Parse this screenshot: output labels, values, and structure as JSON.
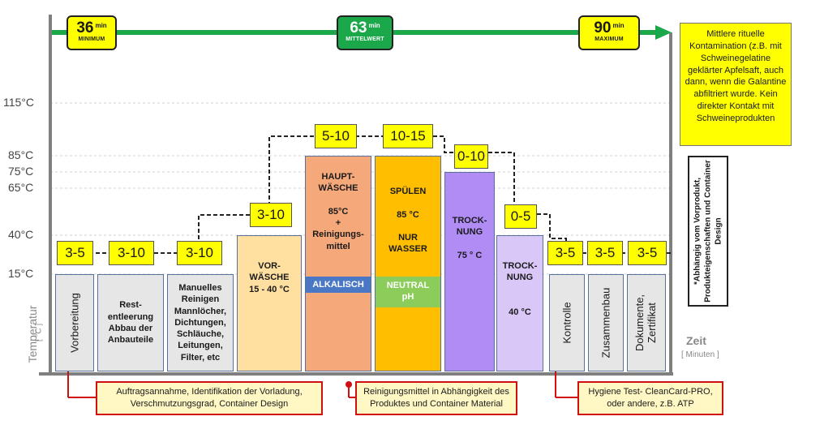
{
  "markers": [
    {
      "value": "36",
      "unit": "min",
      "label": "MINIMUM"
    },
    {
      "value": "63",
      "unit": "min",
      "label": "MITTELWERT"
    },
    {
      "value": "90",
      "unit": "min",
      "label": "MAXIMUM"
    }
  ],
  "temperatures": [
    "115°C",
    "85°C",
    "75°C",
    "65°C",
    "40°C",
    "15°C"
  ],
  "axis": {
    "y_title": "Temperatur",
    "y_unit": "[ °C ]",
    "x_title": "Zeit",
    "x_unit": "[ Minuten ]"
  },
  "durations": [
    "3-5",
    "3-10",
    "3-10",
    "3-10",
    "5-10",
    "10-15",
    "0-10",
    "0-5",
    "3-5",
    "3-5",
    "3-5"
  ],
  "steps": [
    {
      "text": "Vorbereitung",
      "color": "#e6e6e6"
    },
    {
      "text": "Rest-\nentleerung\nAbbau der\nAnbauteile",
      "color": "#e6e6e6"
    },
    {
      "text": "Manuelles\nReinigen\nMannlöcher,\nDichtungen,\nSchläuche,\nLeitungen,\nFilter, etc",
      "color": "#e6e6e6"
    },
    {
      "text": "VOR-\nWÄSCHE\n15 - 40 °C",
      "color": "#ffe0a0"
    },
    {
      "text": "HAUPT-\nWÄSCHE\n\n85°C\n+\nReinigungs-\nmittel",
      "color": "#f5a87a",
      "band": "ALKALISCH",
      "band_color": "#4a78c4"
    },
    {
      "text": "SPÜLEN\n\n85 °C\n\nNUR\nWASSER",
      "color": "#ffbf00",
      "band": "NEUTRAL\npH",
      "band_color": "#8ccc5a"
    },
    {
      "text": "TROCK-\nNUNG\n\n75 ° C",
      "color": "#b18cf5"
    },
    {
      "text": "TROCK-\nNUNG\n\n\n40 °C",
      "color": "#d9c8f7"
    },
    {
      "text": "Kontrolle",
      "color": "#e6e6e6"
    },
    {
      "text": "Zusammenbau",
      "color": "#e6e6e6"
    },
    {
      "text": "Dokumente,\nZertifikat",
      "color": "#e6e6e6"
    }
  ],
  "notes": {
    "yellow": "Mittlere rituelle Kontamination (z.B. mit Schweinegelatine geklärter Apfelsaft, auch dann, wenn die Galantine abfiltriert wurde. Kein direkter Kontakt mit Schweineprodukten",
    "side": "*Abhängig vom Vorprodukt,\nProdukteigenschaften und Container\nDesign"
  },
  "callouts": [
    "Auftragsannahme, Identifikation der Vorladung,\nVerschmutzungsgrad, Container Design",
    "Reinigungsmittel in Abhängigkeit des\nProduktes und Container Material",
    "Hygiene Test- CleanCard-PRO,\noder andere, z.B. ATP"
  ],
  "colors": {
    "arrow": "#1aa84a",
    "axis": "#7f7f7f",
    "callout_border": "#d01010"
  }
}
